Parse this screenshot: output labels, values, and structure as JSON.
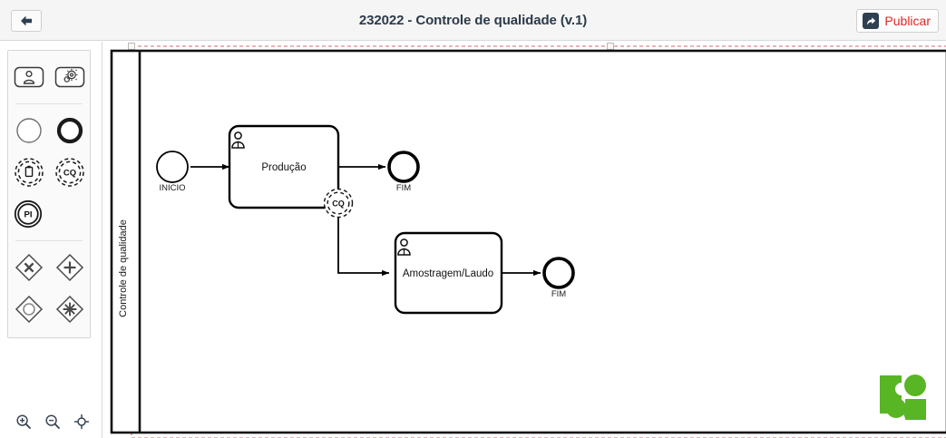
{
  "header": {
    "title": "232022 - Controle de qualidade (v.1)",
    "back_button": {
      "name": "back-button",
      "icon": "arrow-left-icon",
      "tooltip": "Voltar"
    },
    "publish_button": {
      "label": "Publicar",
      "icon": "publish-share-icon",
      "icon_bg": "#2e3f52",
      "text_color": "#e12727"
    }
  },
  "palette": {
    "groups": [
      {
        "name": "tasks",
        "items": [
          {
            "name": "user-task-tool",
            "icon": "user-task-icon",
            "label": "Tarefa de usuário"
          },
          {
            "name": "service-task-tool",
            "icon": "gear-service-task-icon",
            "label": "Tarefa de serviço"
          }
        ]
      },
      {
        "name": "events",
        "items": [
          {
            "name": "start-event-tool",
            "icon": "start-event-circle-icon",
            "label": "Evento de início"
          },
          {
            "name": "end-event-tool",
            "icon": "end-event-thick-circle-icon",
            "label": "Evento de fim"
          },
          {
            "name": "boundary-form-event-tool",
            "icon": "clipboard-boundary-event-icon",
            "label": "Evento de formulário"
          },
          {
            "name": "boundary-cq-event-tool",
            "icon": "cq-boundary-event-icon",
            "label": "CQ"
          },
          {
            "name": "intermediate-pi-event-tool",
            "icon": "pi-intermediate-event-icon",
            "label": "PI"
          }
        ]
      },
      {
        "name": "gateways",
        "items": [
          {
            "name": "exclusive-gateway-tool",
            "icon": "exclusive-gateway-icon",
            "label": "Gateway exclusivo"
          },
          {
            "name": "parallel-gateway-tool",
            "icon": "parallel-gateway-icon",
            "label": "Gateway paralelo"
          },
          {
            "name": "inclusive-gateway-tool",
            "icon": "inclusive-gateway-icon",
            "label": "Gateway inclusivo"
          },
          {
            "name": "complex-gateway-tool",
            "icon": "complex-gateway-icon",
            "label": "Gateway complexo"
          }
        ]
      }
    ]
  },
  "zoom_controls": [
    {
      "name": "zoom-in-button",
      "icon": "zoom-in-icon"
    },
    {
      "name": "zoom-out-button",
      "icon": "zoom-out-icon"
    },
    {
      "name": "fit-to-view-button",
      "icon": "crosshair-center-icon"
    }
  ],
  "diagram": {
    "pool": {
      "lane_label": "Controle de qualidade",
      "selected": true,
      "selection_color": "#d06a6a"
    },
    "nodes": [
      {
        "name": "start-event-inicio",
        "type": "start-event",
        "label": "INICIO"
      },
      {
        "name": "task-producao",
        "type": "user-task",
        "label": "Produção"
      },
      {
        "name": "boundary-event-cq",
        "type": "boundary-event",
        "label": "CQ"
      },
      {
        "name": "end-event-fim-1",
        "type": "end-event",
        "label": "FIM"
      },
      {
        "name": "task-amostragem-laudo",
        "type": "user-task",
        "label": "Amostragem/Laudo"
      },
      {
        "name": "end-event-fim-2",
        "type": "end-event",
        "label": "FIM"
      }
    ],
    "flows": [
      {
        "name": "flow-inicio-producao",
        "from": "start-event-inicio",
        "to": "task-producao"
      },
      {
        "name": "flow-producao-fim",
        "from": "task-producao",
        "to": "end-event-fim-1"
      },
      {
        "name": "flow-cq-amostragem",
        "from": "boundary-event-cq",
        "to": "task-amostragem-laudo"
      },
      {
        "name": "flow-amostragem-fim",
        "from": "task-amostragem-laudo",
        "to": "end-event-fim-2"
      }
    ]
  },
  "brand": {
    "name": "app-logo",
    "color": "#58b524"
  }
}
